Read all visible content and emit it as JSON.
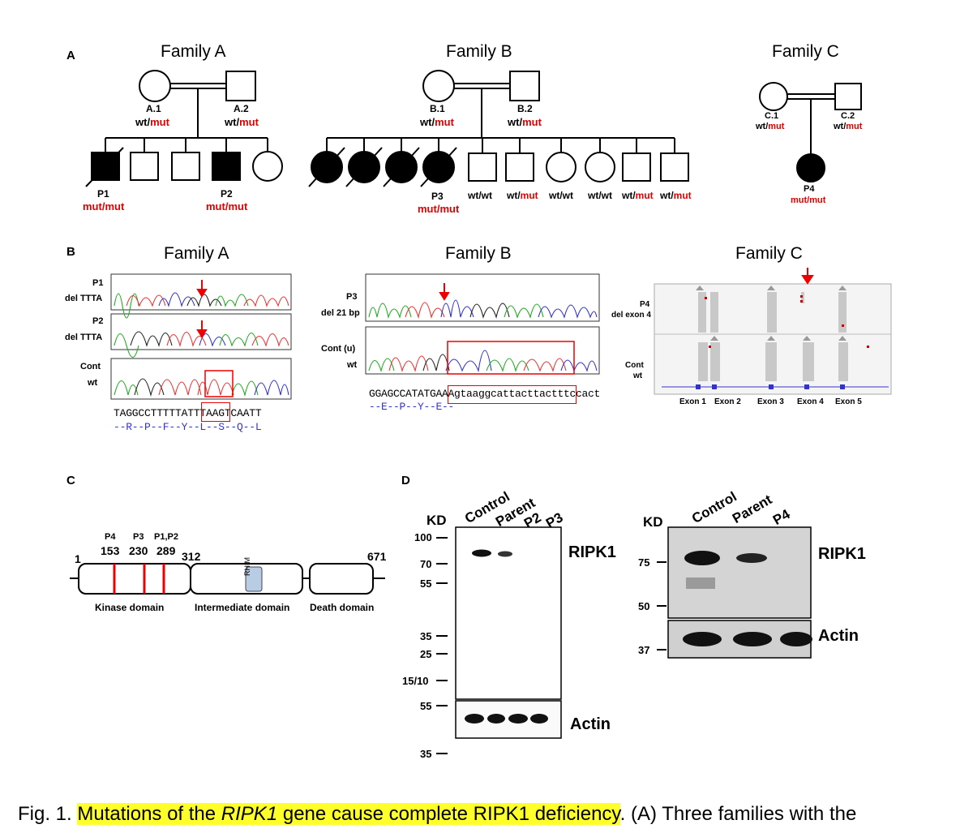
{
  "panels": {
    "a": "A",
    "b": "B",
    "c": "C",
    "d": "D"
  },
  "panelA": {
    "familyA": {
      "title": "Family A",
      "p1": "A.1",
      "p2": "A.2",
      "g1": "wt/",
      "g1m": "mut",
      "g2": "wt/",
      "g2m": "mut",
      "c1": "P1",
      "c1g": "mut/mut",
      "c2": "P2",
      "c2g": "mut/mut"
    },
    "familyB": {
      "title": "Family B",
      "p1": "B.1",
      "p2": "B.2",
      "g1": "wt/",
      "g1m": "mut",
      "g2": "wt/",
      "g2m": "mut",
      "child": "P3",
      "childg": "mut/mut",
      "sibs": [
        {
          "a": "wt/wt",
          "m": ""
        },
        {
          "a": "wt/",
          "m": "mut"
        },
        {
          "a": "wt/wt",
          "m": ""
        },
        {
          "a": "wt/wt",
          "m": ""
        },
        {
          "a": "wt/",
          "m": "mut"
        },
        {
          "a": "wt/",
          "m": "mut"
        }
      ]
    },
    "familyC": {
      "title": "Family C",
      "p1": "C.1",
      "p2": "C.2",
      "g1": "wt/",
      "g1m": "mut",
      "g2": "wt/",
      "g2m": "mut",
      "child": "P4",
      "childg": "mut/mut"
    }
  },
  "panelB": {
    "familyA": {
      "title": "Family A",
      "t1": "P1",
      "t1b": "del TTTA",
      "t2": "P2",
      "t2b": "del TTTA",
      "t3": "Cont",
      "t3b": "wt",
      "seq": "TAGGCCTTTTTATTTAAGTCAATT",
      "aa": "--R--P--F--Y--L--S--Q--L"
    },
    "familyB": {
      "title": "Family B",
      "t1": "P3",
      "t1b": "del 21 bp",
      "t2": "Cont (u)",
      "t2b": "wt",
      "seq": "GGAGCCATATGAAAgtaaggcattacttactttccact",
      "aa": "--E--P--Y--E--"
    },
    "familyC": {
      "title": "Family C",
      "t1": "P4",
      "t1b": "del exon 4",
      "t2": "Cont",
      "t2b": "wt",
      "exons": [
        "Exon 1",
        "Exon 2",
        "Exon 3",
        "Exon 4",
        "Exon 5"
      ]
    }
  },
  "panelC": {
    "start": "1",
    "end": "671",
    "boundary": "312",
    "sites": [
      {
        "label": "P4",
        "pos": "153"
      },
      {
        "label": "P3",
        "pos": "230"
      },
      {
        "label": "P1,P2",
        "pos": "289"
      }
    ],
    "rhim": "RHIM",
    "kinase": "Kinase domain",
    "intermediate": "Intermediate domain",
    "death": "Death domain"
  },
  "panelD": {
    "left": {
      "kd": "KD",
      "lanes": [
        "Control",
        "Parent",
        "P2",
        "P3"
      ],
      "markers": [
        "100",
        "70",
        "55",
        "35",
        "25",
        "15/10",
        "55",
        "35"
      ],
      "ripk1": "RIPK1",
      "actin": "Actin"
    },
    "right": {
      "kd": "KD",
      "lanes": [
        "Control",
        "Parent",
        "P4"
      ],
      "markers": [
        "75",
        "50",
        "37"
      ],
      "ripk1": "RIPK1",
      "actin": "Actin"
    }
  },
  "caption": {
    "prefix": "Fig. 1. ",
    "h1": "Mutations of the ",
    "h2": "RIPK1",
    "h3": " gene cause complete RIPK1 deficiency",
    "h4": ".",
    "rest": " (A) Three families with the"
  }
}
